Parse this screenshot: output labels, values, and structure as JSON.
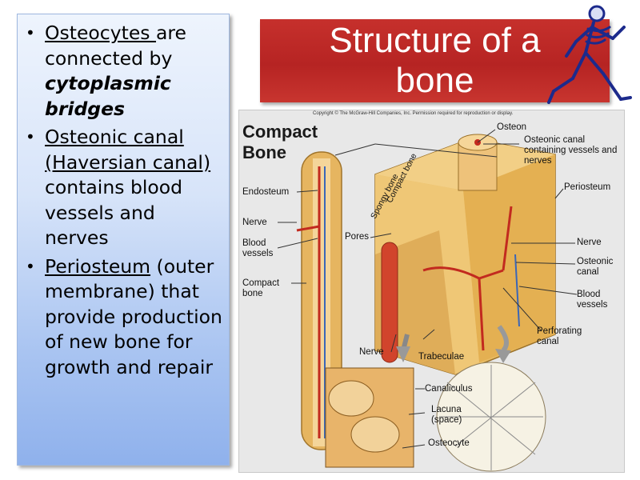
{
  "bullets": [
    {
      "parts": [
        {
          "text": "Osteocytes ",
          "style": "u"
        },
        {
          "text": "are connected by ",
          "style": ""
        },
        {
          "text": "cytoplasmic bridges",
          "style": "bi"
        }
      ]
    },
    {
      "parts": [
        {
          "text": "Osteonic canal (Haversian canal) ",
          "style": "u"
        },
        {
          "text": "contains blood vessels and nerves",
          "style": ""
        }
      ]
    },
    {
      "parts": [
        {
          "text": "Periosteum",
          "style": "u"
        },
        {
          "text": " (outer membrane) that provide production of new bone for growth and repair",
          "style": ""
        }
      ]
    }
  ],
  "title": "Structure of a bone",
  "figure": {
    "copyright": "Copyright © The McGraw-Hill Companies, Inc. Permission required for reproduction or display.",
    "title_line1": "Compact",
    "title_line2": "Bone",
    "labels": {
      "osteon": "Osteon",
      "osteonic_canal_containing": "Osteonic canal containing vessels and nerves",
      "spongy_bone": "Spongy bone",
      "compact_bone_rot": "Compact bone",
      "endosteum": "Endosteum",
      "periosteum": "Periosteum",
      "nerve_left": "Nerve",
      "blood_vessels_left": "Blood vessels",
      "pores": "Pores",
      "nerve_right": "Nerve",
      "osteonic_canal": "Osteonic canal",
      "compact_bone_left": "Compact bone",
      "blood_vessels_right": "Blood vessels",
      "perforating_canal": "Perforating canal",
      "nerve_bottom": "Nerve",
      "trabeculae": "Trabeculae",
      "canaliculus": "Canaliculus",
      "lacuna": "Lacuna (space)",
      "osteocyte": "Osteocyte"
    }
  }
}
